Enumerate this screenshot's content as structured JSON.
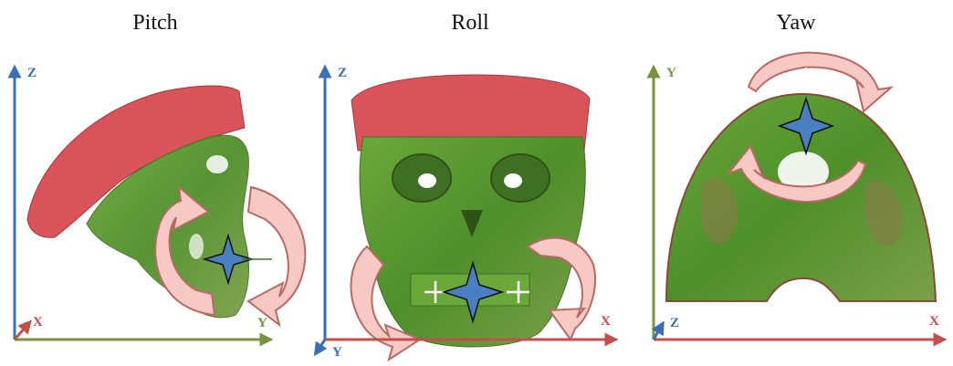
{
  "panels": [
    {
      "title": "Pitch",
      "axes": [
        {
          "label": "Z",
          "color": "#3a6fb5"
        },
        {
          "label": "X",
          "color": "#c0504d"
        },
        {
          "label": "Y",
          "color": "#77933c"
        }
      ],
      "rotation_icon": "circular-arrows-icon"
    },
    {
      "title": "Roll",
      "axes": [
        {
          "label": "Z",
          "color": "#3a6fb5"
        },
        {
          "label": "X",
          "color": "#c0504d"
        },
        {
          "label": "Y",
          "color": "#3a6fb5"
        }
      ],
      "rotation_icon": "circular-arrows-icon"
    },
    {
      "title": "Yaw",
      "axes": [
        {
          "label": "Y",
          "color": "#77933c"
        },
        {
          "label": "Z",
          "color": "#3a6fb5"
        },
        {
          "label": "X",
          "color": "#c0504d"
        }
      ],
      "rotation_icon": "circular-arrows-icon"
    }
  ],
  "colors": {
    "skull_green": "#5a9e2c",
    "skull_red": "#d9545a",
    "arrow_fill": "#f6c9c4",
    "arrow_stroke": "#b86a63",
    "star": "#4a7fc1"
  }
}
